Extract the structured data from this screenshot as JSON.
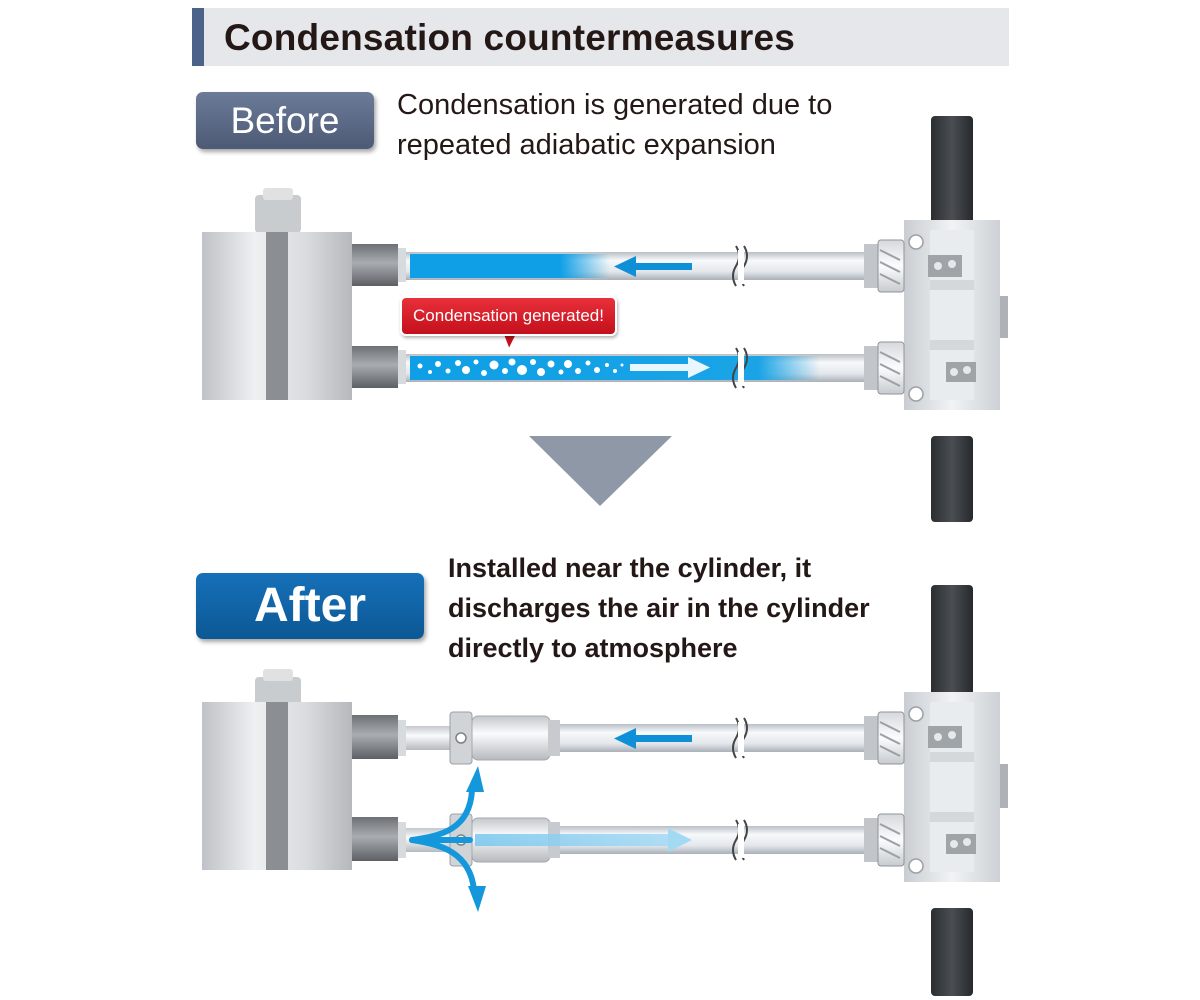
{
  "title": "Condensation countermeasures",
  "before": {
    "badge": "Before",
    "description_line1": "Condensation is generated due to",
    "description_line2": "repeated adiabatic expansion",
    "callout": "Condensation generated!"
  },
  "after": {
    "badge": "After",
    "description_line1": "Installed near the cylinder, it",
    "description_line2": "discharges the air in the cylinder",
    "description_line3": "directly to atmosphere"
  },
  "colors": {
    "title_accent": "#4c6389",
    "before_badge": "#56647f",
    "after_badge": "#0e5e9d",
    "air_blue": "#0ea0e6",
    "callout_red": "#d61a25"
  }
}
